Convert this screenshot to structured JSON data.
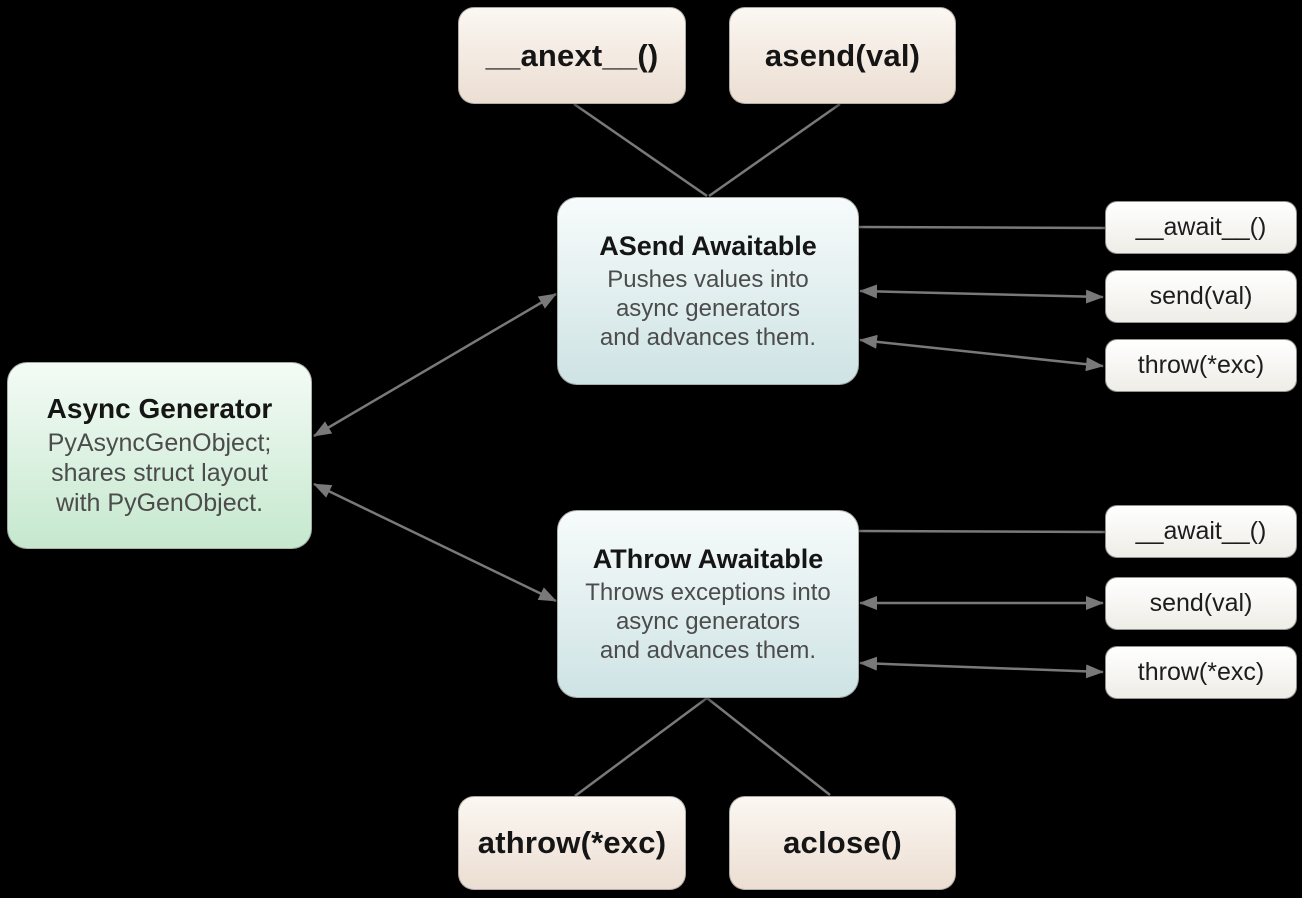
{
  "diagram": {
    "colors": {
      "canvas_bg": "#000000",
      "line": "#797979",
      "call_box_top": "#fbf7f2",
      "call_box_bottom": "#ecded2",
      "awaitable_top": "#f7fbfb",
      "awaitable_bottom": "#cee3e4",
      "generator_top": "#f4fbf6",
      "generator_bottom": "#c5e8ce",
      "method_box_top": "#ffffff",
      "method_box_bottom": "#eeede7",
      "title_text": "#151515",
      "body_text": "#4c4c4c"
    },
    "nodes": {
      "anext": {
        "label": "__anext__()"
      },
      "asend": {
        "label": "asend(val)"
      },
      "asend_awaitable": {
        "title": "ASend Awaitable",
        "body": [
          "Pushes values into",
          "async generators",
          "and advances them."
        ]
      },
      "athrow_awaitable": {
        "title": "AThrow Awaitable",
        "body": [
          "Throws exceptions into",
          "async generators",
          "and advances them."
        ]
      },
      "async_generator": {
        "title": "Async Generator",
        "body": [
          "PyAsyncGenObject;",
          "shares struct layout",
          "with PyGenObject."
        ]
      },
      "asend_methods": [
        {
          "label": "__await__()"
        },
        {
          "label": "send(val)"
        },
        {
          "label": "throw(*exc)"
        }
      ],
      "athrow_methods": [
        {
          "label": "__await__()"
        },
        {
          "label": "send(val)"
        },
        {
          "label": "throw(*exc)"
        }
      ],
      "athrow_exc": {
        "label": "athrow(*exc)"
      },
      "aclose": {
        "label": "aclose()"
      }
    },
    "edges": [
      {
        "from": "anext",
        "to": "asend_awaitable",
        "arrows": "none"
      },
      {
        "from": "asend",
        "to": "asend_awaitable",
        "arrows": "none"
      },
      {
        "from": "async_generator",
        "to": "asend_awaitable",
        "arrows": "both"
      },
      {
        "from": "async_generator",
        "to": "athrow_awaitable",
        "arrows": "both"
      },
      {
        "from": "asend_awaitable",
        "to": "asend_methods.__await__()",
        "arrows": "none"
      },
      {
        "from": "asend_awaitable",
        "to": "asend_methods.send(val)",
        "arrows": "both"
      },
      {
        "from": "asend_awaitable",
        "to": "asend_methods.throw(*exc)",
        "arrows": "both"
      },
      {
        "from": "athrow_awaitable",
        "to": "athrow_methods.__await__()",
        "arrows": "none"
      },
      {
        "from": "athrow_awaitable",
        "to": "athrow_methods.send(val)",
        "arrows": "both"
      },
      {
        "from": "athrow_awaitable",
        "to": "athrow_methods.throw(*exc)",
        "arrows": "both"
      },
      {
        "from": "athrow_awaitable",
        "to": "athrow_exc",
        "arrows": "none"
      },
      {
        "from": "athrow_awaitable",
        "to": "aclose",
        "arrows": "none"
      }
    ]
  }
}
